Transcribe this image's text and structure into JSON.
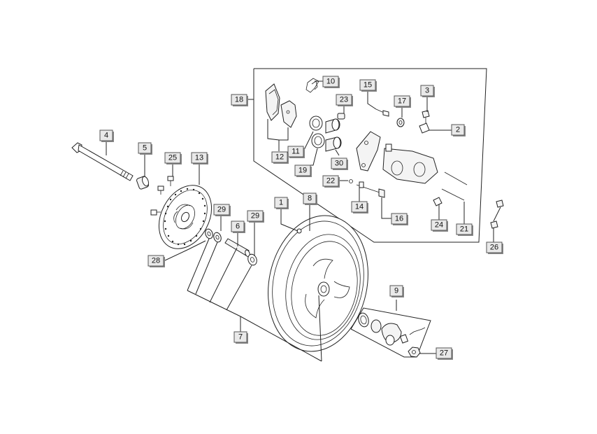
{
  "diagram": {
    "parts": [
      {
        "id": "p1",
        "label": "1"
      },
      {
        "id": "p2",
        "label": "2"
      },
      {
        "id": "p3",
        "label": "3"
      },
      {
        "id": "p4",
        "label": "4"
      },
      {
        "id": "p5",
        "label": "5"
      },
      {
        "id": "p6",
        "label": "6"
      },
      {
        "id": "p7",
        "label": "7"
      },
      {
        "id": "p8",
        "label": "8"
      },
      {
        "id": "p9",
        "label": "9"
      },
      {
        "id": "p10",
        "label": "10"
      },
      {
        "id": "p11",
        "label": "11"
      },
      {
        "id": "p12",
        "label": "12"
      },
      {
        "id": "p13",
        "label": "13"
      },
      {
        "id": "p14",
        "label": "14"
      },
      {
        "id": "p15",
        "label": "15"
      },
      {
        "id": "p16",
        "label": "16"
      },
      {
        "id": "p17",
        "label": "17"
      },
      {
        "id": "p18",
        "label": "18"
      },
      {
        "id": "p19",
        "label": "19"
      },
      {
        "id": "p21",
        "label": "21"
      },
      {
        "id": "p22",
        "label": "22"
      },
      {
        "id": "p23",
        "label": "23"
      },
      {
        "id": "p24",
        "label": "24"
      },
      {
        "id": "p25",
        "label": "25"
      },
      {
        "id": "p26",
        "label": "26"
      },
      {
        "id": "p27",
        "label": "27"
      },
      {
        "id": "p28",
        "label": "28"
      },
      {
        "id": "p29a",
        "label": "29"
      },
      {
        "id": "p29b",
        "label": "29"
      },
      {
        "id": "p30",
        "label": "30"
      }
    ]
  }
}
